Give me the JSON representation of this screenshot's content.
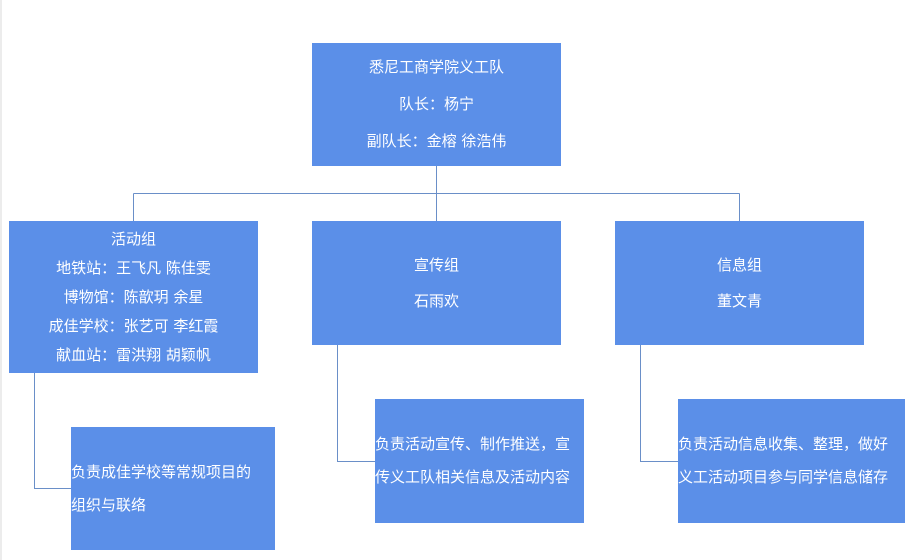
{
  "root": {
    "lines": [
      "悉尼工商学院义工队",
      "队长：杨宁",
      "副队长：金榕 徐浩伟"
    ]
  },
  "groups": [
    {
      "lines": [
        "活动组",
        "地铁站：王飞凡 陈佳雯",
        "博物馆：陈歆玥 余星",
        "成佳学校：张艺可 李红霞",
        "献血站：雷洪翔 胡颖帆"
      ],
      "duty": [
        "负责成佳学校等常规项目的",
        "组织与联络"
      ]
    },
    {
      "lines": [
        "宣传组",
        "石雨欢"
      ],
      "duty": [
        "负责活动宣传、制作推送，宣",
        "传义工队相关信息及活动内容"
      ]
    },
    {
      "lines": [
        "信息组",
        "董文青"
      ],
      "duty": [
        "负责活动信息收集、整理，做好",
        "义工活动项目参与同学信息储存"
      ]
    }
  ],
  "colors": {
    "box_fill": "#5b8fe8",
    "box_text": "#ffffff",
    "connector": "#6a8fc8"
  }
}
